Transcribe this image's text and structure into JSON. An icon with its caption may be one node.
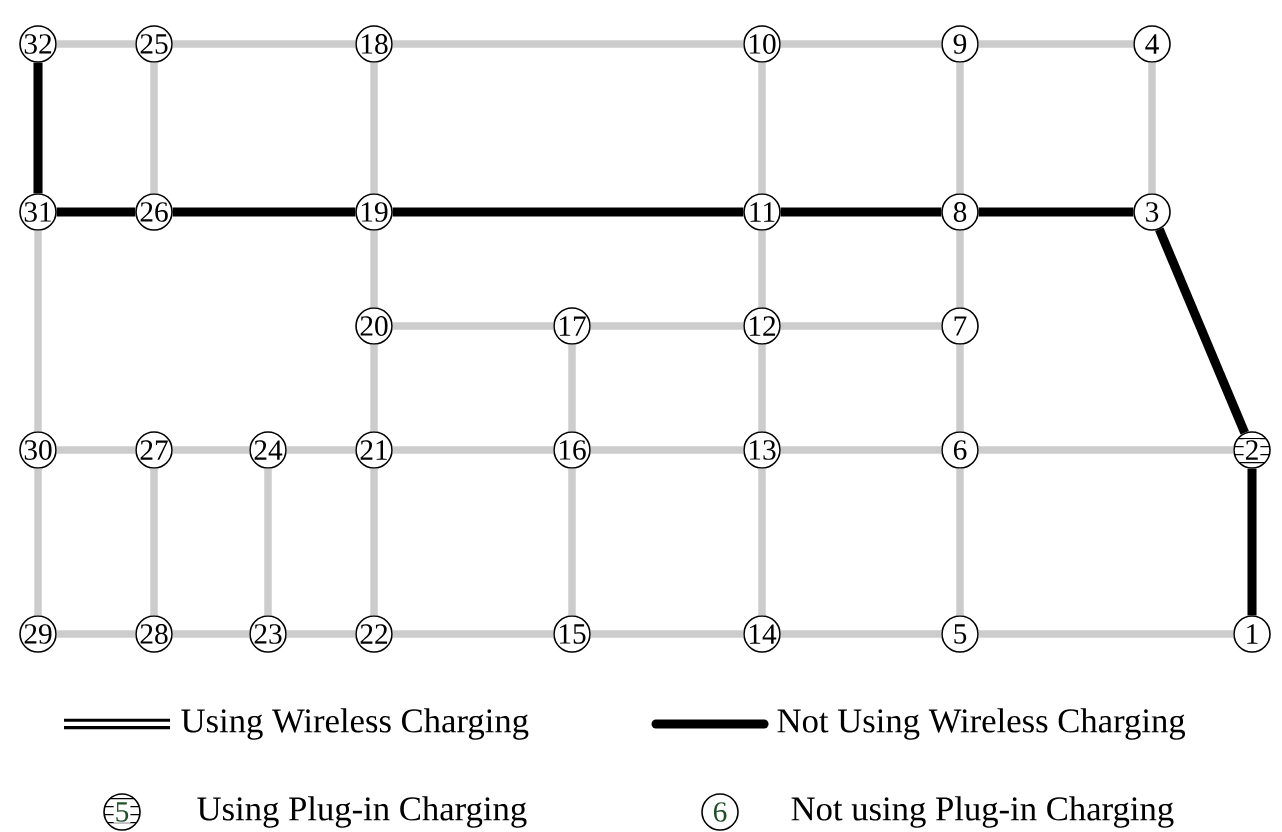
{
  "diagram": {
    "nodes": [
      {
        "text": [
          "1"
        ]
      },
      {
        "text": [
          "2"
        ]
      },
      {
        "text": [
          "3"
        ]
      },
      {
        "text": [
          "4"
        ]
      },
      {
        "text": [
          "5"
        ]
      },
      {
        "text": [
          "6"
        ]
      },
      {
        "text": [
          "7"
        ]
      },
      {
        "text": [
          "8"
        ]
      },
      {
        "text": [
          "9"
        ]
      },
      {
        "text": [
          "10"
        ]
      },
      {
        "text": [
          "11"
        ]
      },
      {
        "text": [
          "12"
        ]
      },
      {
        "text": [
          "13"
        ]
      },
      {
        "text": [
          "14"
        ]
      },
      {
        "text": [
          "15"
        ]
      },
      {
        "text": [
          "16"
        ]
      },
      {
        "text": [
          "17"
        ]
      },
      {
        "text": [
          "18"
        ]
      },
      {
        "text": [
          "19"
        ]
      },
      {
        "text": [
          "20"
        ]
      },
      {
        "text": [
          "21"
        ]
      },
      {
        "text": [
          "22"
        ]
      },
      {
        "text": [
          "23"
        ]
      },
      {
        "text": [
          "24"
        ]
      },
      {
        "text": [
          "25"
        ]
      },
      {
        "text": [
          "26"
        ]
      },
      {
        "text": [
          "27"
        ]
      },
      {
        "text": [
          "28"
        ]
      },
      {
        "text": [
          "29"
        ]
      },
      {
        "text": [
          "30"
        ]
      },
      {
        "text": [
          "31"
        ]
      },
      {
        "text": [
          "32"
        ]
      },
      {
        "text": [
          "5"
        ]
      },
      {
        "text": [
          "6"
        ]
      }
    ],
    "edges": [
      {
        "from": 31,
        "to": 24,
        "arrow": "none"
      },
      {
        "from": 24,
        "to": 17,
        "arrow": "none"
      },
      {
        "from": 17,
        "to": 9,
        "arrow": "none"
      },
      {
        "from": 9,
        "to": 8,
        "arrow": "none"
      },
      {
        "from": 8,
        "to": 3,
        "arrow": "none"
      },
      {
        "from": 30,
        "to": 25,
        "arrow": "none",
        "color": "#000000"
      },
      {
        "from": 25,
        "to": 18,
        "arrow": "none",
        "color": "#000000"
      },
      {
        "from": 18,
        "to": 10,
        "arrow": "none",
        "color": "#000000"
      },
      {
        "from": 10,
        "to": 7,
        "arrow": "none",
        "color": "#000000"
      },
      {
        "from": 7,
        "to": 2,
        "arrow": "none",
        "color": "#000000"
      },
      {
        "from": 31,
        "to": 30,
        "arrow": "none",
        "color": "#000000"
      },
      {
        "from": 2,
        "to": 1,
        "arrow": "none",
        "color": "#000000"
      },
      {
        "from": 1,
        "to": 0,
        "arrow": "none",
        "color": "#000000"
      },
      {
        "from": 19,
        "to": 16,
        "arrow": "none"
      },
      {
        "from": 16,
        "to": 11,
        "arrow": "none"
      },
      {
        "from": 11,
        "to": 6,
        "arrow": "none"
      },
      {
        "from": 29,
        "to": 26,
        "arrow": "none"
      },
      {
        "from": 26,
        "to": 23,
        "arrow": "none"
      },
      {
        "from": 23,
        "to": 20,
        "arrow": "none"
      },
      {
        "from": 20,
        "to": 15,
        "arrow": "none"
      },
      {
        "from": 15,
        "to": 12,
        "arrow": "none"
      },
      {
        "from": 12,
        "to": 5,
        "arrow": "none"
      },
      {
        "from": 5,
        "to": 1,
        "arrow": "none"
      },
      {
        "from": 28,
        "to": 27,
        "arrow": "none"
      },
      {
        "from": 27,
        "to": 22,
        "arrow": "none"
      },
      {
        "from": 22,
        "to": 21,
        "arrow": "none"
      },
      {
        "from": 21,
        "to": 14,
        "arrow": "none"
      },
      {
        "from": 14,
        "to": 13,
        "arrow": "none"
      },
      {
        "from": 13,
        "to": 4,
        "arrow": "none"
      },
      {
        "from": 4,
        "to": 0,
        "arrow": "none"
      },
      {
        "from": 24,
        "to": 25,
        "arrow": "none"
      },
      {
        "from": 17,
        "to": 18,
        "arrow": "none"
      },
      {
        "from": 18,
        "to": 19,
        "arrow": "none"
      },
      {
        "from": 19,
        "to": 20,
        "arrow": "none"
      },
      {
        "from": 20,
        "to": 21,
        "arrow": "none"
      },
      {
        "from": 30,
        "to": 29,
        "arrow": "none"
      },
      {
        "from": 29,
        "to": 28,
        "arrow": "none"
      },
      {
        "from": 26,
        "to": 27,
        "arrow": "none"
      },
      {
        "from": 23,
        "to": 22,
        "arrow": "none"
      },
      {
        "from": 16,
        "to": 15,
        "arrow": "none"
      },
      {
        "from": 15,
        "to": 14,
        "arrow": "none"
      },
      {
        "from": 9,
        "to": 10,
        "arrow": "none"
      },
      {
        "from": 10,
        "to": 11,
        "arrow": "none"
      },
      {
        "from": 11,
        "to": 12,
        "arrow": "none"
      },
      {
        "from": 12,
        "to": 13,
        "arrow": "none"
      },
      {
        "from": 8,
        "to": 7,
        "arrow": "none"
      },
      {
        "from": 7,
        "to": 6,
        "arrow": "none"
      },
      {
        "from": 6,
        "to": 5,
        "arrow": "none"
      },
      {
        "from": 5,
        "to": 4,
        "arrow": "none"
      },
      {
        "from": 3,
        "to": 2,
        "arrow": "none"
      }
    ],
    "legend": [
      {
        "text": "Using Wireless Charging"
      },
      {
        "text": "Not Using Wireless Charging"
      },
      {
        "text": "Using Plug-in Charging"
      },
      {
        "text": "Not using Plug-in Charging"
      }
    ]
  }
}
